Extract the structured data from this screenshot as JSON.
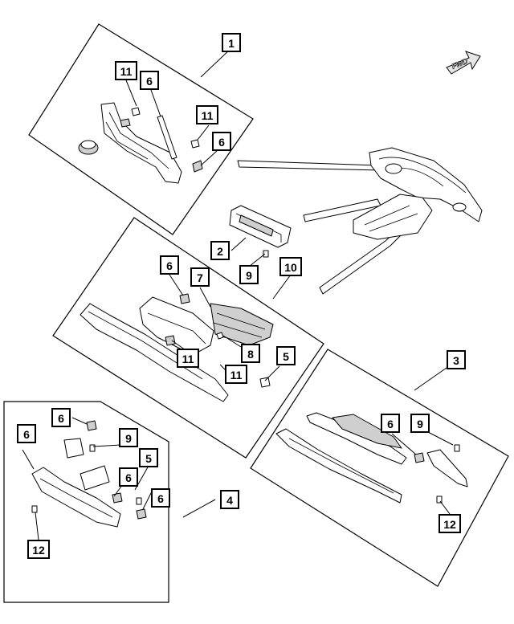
{
  "fwd_indicator": {
    "label": "FWD",
    "icon": "forward-arrow-icon"
  },
  "callouts": [
    {
      "id": "c1",
      "label": "1"
    },
    {
      "id": "c11a",
      "label": "11"
    },
    {
      "id": "c6a",
      "label": "6"
    },
    {
      "id": "c11b",
      "label": "11"
    },
    {
      "id": "c6b",
      "label": "6"
    },
    {
      "id": "c2",
      "label": "2"
    },
    {
      "id": "c9a",
      "label": "9"
    },
    {
      "id": "c10",
      "label": "10"
    },
    {
      "id": "c6c",
      "label": "6"
    },
    {
      "id": "c7",
      "label": "7"
    },
    {
      "id": "c11c",
      "label": "11"
    },
    {
      "id": "c8",
      "label": "8"
    },
    {
      "id": "c11d",
      "label": "11"
    },
    {
      "id": "c5a",
      "label": "5"
    },
    {
      "id": "c3",
      "label": "3"
    },
    {
      "id": "c6d",
      "label": "6"
    },
    {
      "id": "c9b",
      "label": "9"
    },
    {
      "id": "c12a",
      "label": "12"
    },
    {
      "id": "c6e",
      "label": "6"
    },
    {
      "id": "c6f",
      "label": "6"
    },
    {
      "id": "c9c",
      "label": "9"
    },
    {
      "id": "c5b",
      "label": "5"
    },
    {
      "id": "c6g",
      "label": "6"
    },
    {
      "id": "c6h",
      "label": "6"
    },
    {
      "id": "c4",
      "label": "4"
    },
    {
      "id": "c12b",
      "label": "12"
    }
  ]
}
